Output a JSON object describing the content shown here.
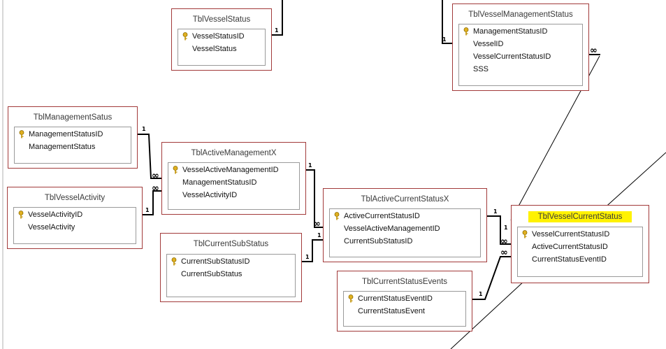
{
  "tables": [
    {
      "key": "vessel_status",
      "title": "TblVesselStatus",
      "fields": [
        {
          "name": "VesselStatusID",
          "pk": true
        },
        {
          "name": "VesselStatus",
          "pk": false
        }
      ]
    },
    {
      "key": "vessel_management_status",
      "title": "TblVesselManagementStatus",
      "fields": [
        {
          "name": "ManagementStatusID",
          "pk": true
        },
        {
          "name": "VesselID",
          "pk": false
        },
        {
          "name": "VesselCurrentStatusID",
          "pk": false
        },
        {
          "name": "SSS",
          "pk": false
        }
      ]
    },
    {
      "key": "management_satus",
      "title": "TblManagementSatus",
      "fields": [
        {
          "name": "ManagementStatusID",
          "pk": true
        },
        {
          "name": "ManagementStatus",
          "pk": false
        }
      ]
    },
    {
      "key": "active_management_x",
      "title": "TblActiveManagementX",
      "fields": [
        {
          "name": "VesselActiveManagementID",
          "pk": true
        },
        {
          "name": "ManagementStatusID",
          "pk": false
        },
        {
          "name": "VesselActivityID",
          "pk": false
        }
      ]
    },
    {
      "key": "vessel_activity",
      "title": "TblVesselActivity",
      "fields": [
        {
          "name": "VesselActivityID",
          "pk": true
        },
        {
          "name": "VesselActivity",
          "pk": false
        }
      ]
    },
    {
      "key": "active_current_status_x",
      "title": "TblActiveCurrentStatusX",
      "fields": [
        {
          "name": "ActiveCurrentStatusID",
          "pk": true
        },
        {
          "name": "VesselActiveManagementID",
          "pk": false
        },
        {
          "name": "CurrentSubStatusID",
          "pk": false
        }
      ]
    },
    {
      "key": "vessel_current_status",
      "title": "TblVesselCurrentStatus",
      "highlighted": true,
      "fields": [
        {
          "name": "VesselCurrentStatusID",
          "pk": true
        },
        {
          "name": "ActiveCurrentStatusID",
          "pk": false
        },
        {
          "name": "CurrentStatusEventID",
          "pk": false
        }
      ]
    },
    {
      "key": "current_sub_status",
      "title": "TblCurrentSubStatus",
      "fields": [
        {
          "name": "CurrentSubStatusID",
          "pk": true
        },
        {
          "name": "CurrentSubStatus",
          "pk": false
        }
      ]
    },
    {
      "key": "current_status_events",
      "title": "TblCurrentStatusEvents",
      "fields": [
        {
          "name": "CurrentStatusEventID",
          "pk": true
        },
        {
          "name": "CurrentStatusEvent",
          "pk": false
        }
      ]
    }
  ],
  "cardinality": {
    "one": "1",
    "many": "∞"
  },
  "colors": {
    "table_border": "#a23a3a",
    "highlight": "#fff200",
    "line": "#000000"
  },
  "icons": {
    "primary_key": "key-icon"
  }
}
